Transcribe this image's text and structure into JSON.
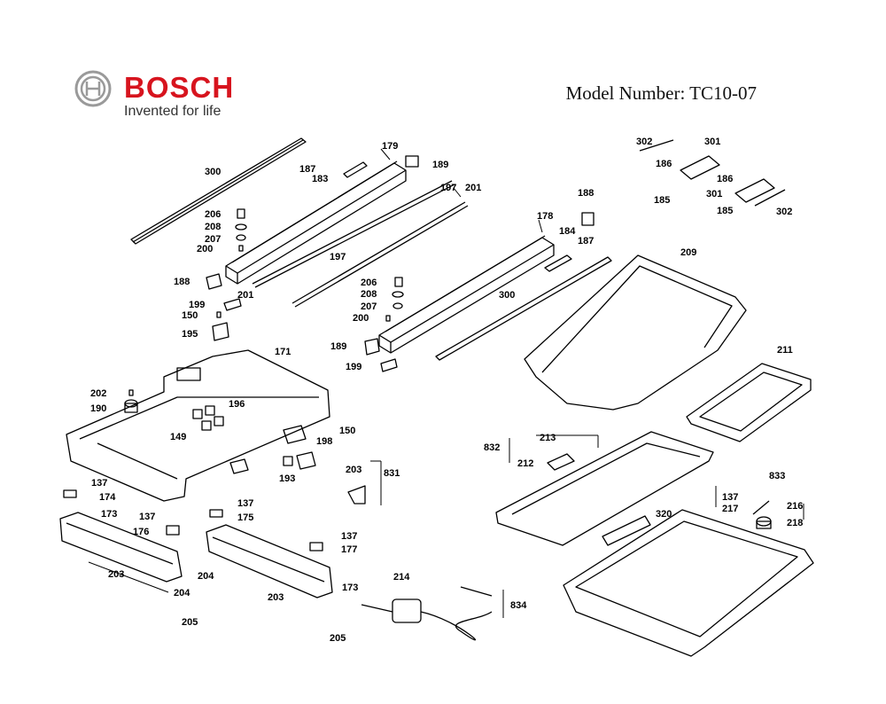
{
  "header": {
    "brand": "BOSCH",
    "tagline": "Invented for life",
    "model": "Model Number: TC10-07",
    "brand_color": "#d7141e"
  },
  "callouts": [
    {
      "id": "lbl-302a",
      "text": "302"
    },
    {
      "id": "lbl-301a",
      "text": "301"
    },
    {
      "id": "lbl-186a",
      "text": "186"
    },
    {
      "id": "lbl-185a",
      "text": "185"
    },
    {
      "id": "lbl-186b",
      "text": "186"
    },
    {
      "id": "lbl-301b",
      "text": "301"
    },
    {
      "id": "lbl-185b",
      "text": "185"
    },
    {
      "id": "lbl-302b",
      "text": "302"
    },
    {
      "id": "lbl-300a",
      "text": "300"
    },
    {
      "id": "lbl-179",
      "text": "179"
    },
    {
      "id": "lbl-187a",
      "text": "187"
    },
    {
      "id": "lbl-183",
      "text": "183"
    },
    {
      "id": "lbl-189a",
      "text": "189"
    },
    {
      "id": "lbl-197a",
      "text": "197"
    },
    {
      "id": "lbl-201a",
      "text": "201"
    },
    {
      "id": "lbl-188a",
      "text": "188"
    },
    {
      "id": "lbl-206a",
      "text": "206"
    },
    {
      "id": "lbl-208a",
      "text": "208"
    },
    {
      "id": "lbl-207a",
      "text": "207"
    },
    {
      "id": "lbl-200a",
      "text": "200"
    },
    {
      "id": "lbl-197b",
      "text": "197"
    },
    {
      "id": "lbl-188b",
      "text": "188"
    },
    {
      "id": "lbl-201b",
      "text": "201"
    },
    {
      "id": "lbl-178",
      "text": "178"
    },
    {
      "id": "lbl-184",
      "text": "184"
    },
    {
      "id": "lbl-187b",
      "text": "187"
    },
    {
      "id": "lbl-199a",
      "text": "199"
    },
    {
      "id": "lbl-150a",
      "text": "150"
    },
    {
      "id": "lbl-206b",
      "text": "206"
    },
    {
      "id": "lbl-208b",
      "text": "208"
    },
    {
      "id": "lbl-207b",
      "text": "207"
    },
    {
      "id": "lbl-200b",
      "text": "200"
    },
    {
      "id": "lbl-300b",
      "text": "300"
    },
    {
      "id": "lbl-209",
      "text": "209"
    },
    {
      "id": "lbl-195",
      "text": "195"
    },
    {
      "id": "lbl-171",
      "text": "171"
    },
    {
      "id": "lbl-189b",
      "text": "189"
    },
    {
      "id": "lbl-199b",
      "text": "199"
    },
    {
      "id": "lbl-211",
      "text": "211"
    },
    {
      "id": "lbl-202",
      "text": "202"
    },
    {
      "id": "lbl-190",
      "text": "190"
    },
    {
      "id": "lbl-196",
      "text": "196"
    },
    {
      "id": "lbl-149",
      "text": "149"
    },
    {
      "id": "lbl-150b",
      "text": "150"
    },
    {
      "id": "lbl-198",
      "text": "198"
    },
    {
      "id": "lbl-213",
      "text": "213"
    },
    {
      "id": "lbl-832",
      "text": "832"
    },
    {
      "id": "lbl-212",
      "text": "212"
    },
    {
      "id": "lbl-193",
      "text": "193"
    },
    {
      "id": "lbl-203a",
      "text": "203"
    },
    {
      "id": "lbl-831",
      "text": "831"
    },
    {
      "id": "lbl-833",
      "text": "833"
    },
    {
      "id": "lbl-137a",
      "text": "137"
    },
    {
      "id": "lbl-174",
      "text": "174"
    },
    {
      "id": "lbl-173a",
      "text": "173"
    },
    {
      "id": "lbl-137b",
      "text": "137"
    },
    {
      "id": "lbl-175",
      "text": "175"
    },
    {
      "id": "lbl-176",
      "text": "176"
    },
    {
      "id": "lbl-137c",
      "text": "137"
    },
    {
      "id": "lbl-137d",
      "text": "137"
    },
    {
      "id": "lbl-177",
      "text": "177"
    },
    {
      "id": "lbl-137e",
      "text": "137"
    },
    {
      "id": "lbl-217",
      "text": "217"
    },
    {
      "id": "lbl-216",
      "text": "216"
    },
    {
      "id": "lbl-218",
      "text": "218"
    },
    {
      "id": "lbl-320",
      "text": "320"
    },
    {
      "id": "lbl-203b",
      "text": "203"
    },
    {
      "id": "lbl-204a",
      "text": "204"
    },
    {
      "id": "lbl-214",
      "text": "214"
    },
    {
      "id": "lbl-204b",
      "text": "204"
    },
    {
      "id": "lbl-173b",
      "text": "173"
    },
    {
      "id": "lbl-203c",
      "text": "203"
    },
    {
      "id": "lbl-834",
      "text": "834"
    },
    {
      "id": "lbl-205a",
      "text": "205"
    },
    {
      "id": "lbl-205b",
      "text": "205"
    }
  ]
}
